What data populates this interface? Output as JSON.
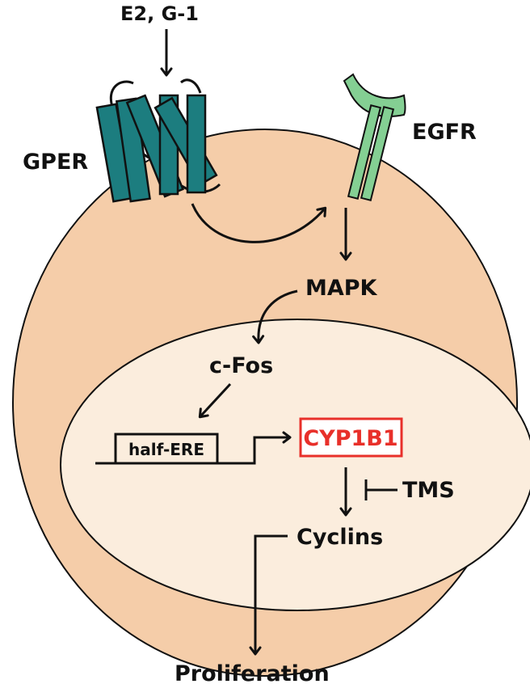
{
  "labels": {
    "ligands": "E2, G-1",
    "gper": "GPER",
    "egfr": "EGFR",
    "mapk": "MAPK",
    "cfos": "c-Fos",
    "half_ere": "half-ERE",
    "cyp1b1": "CYP1B1",
    "tms": "TMS",
    "cyclins": "Cyclins",
    "proliferation": "Proliferation"
  },
  "colors": {
    "cell_fill": "#f5cda9",
    "nucleus_fill": "#fbeddd",
    "gper_fill": "#1c7d7f",
    "egfr_fill": "#84cf93",
    "highlight_red": "#e8302a",
    "outline": "#111111"
  }
}
